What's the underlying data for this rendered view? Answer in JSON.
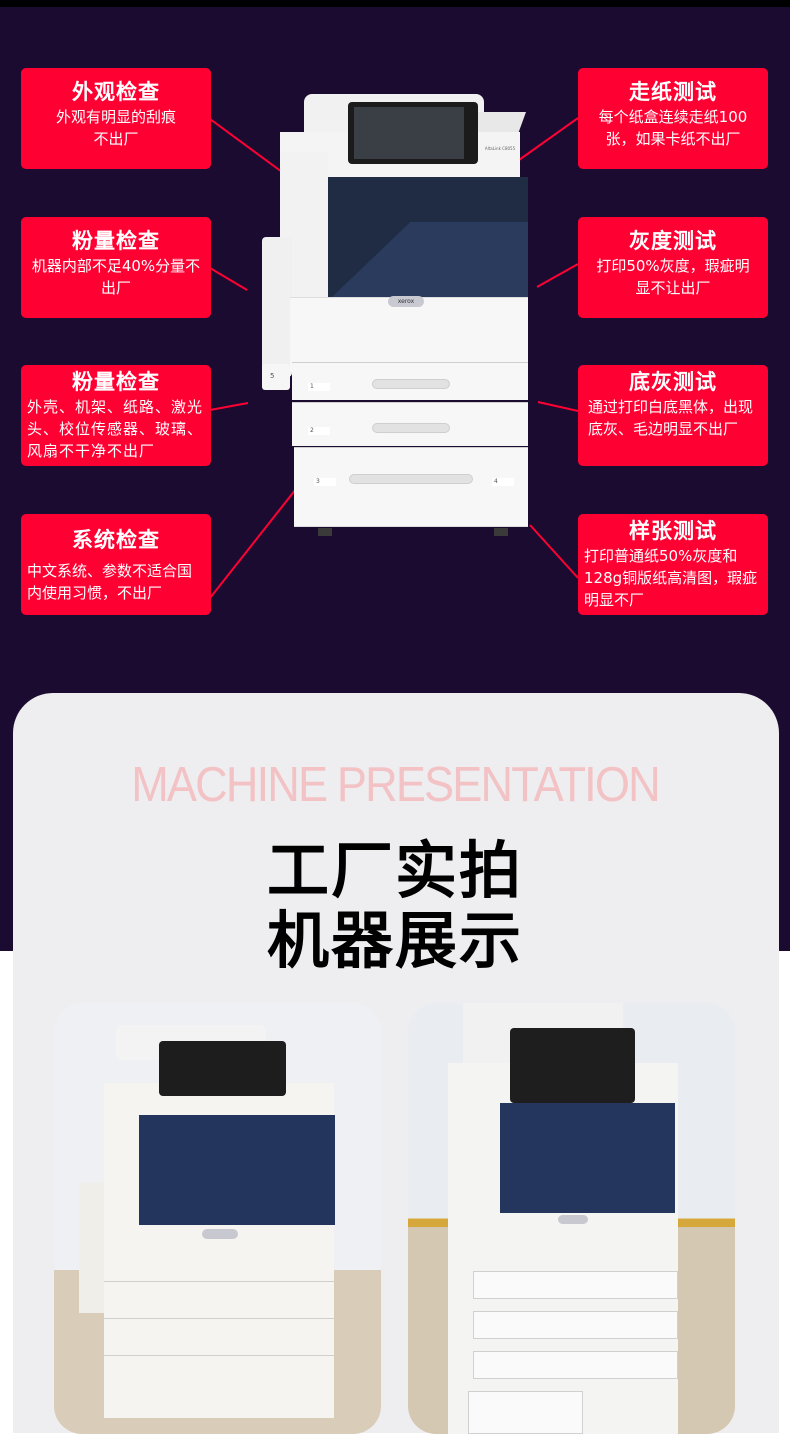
{
  "colors": {
    "hero_bg": "#1c0b31",
    "callout_bg": "#ff0033",
    "card_bg": "#eeeef0",
    "pres_en_color": "#f2c2c5"
  },
  "callouts": {
    "left": [
      {
        "title": "外观检查",
        "desc": "外观有明显的刮痕不出厂"
      },
      {
        "title": "粉量检查",
        "desc": "机器内部不足40%分量不出厂"
      },
      {
        "title": "粉量检查",
        "desc": "外壳、机架、纸路、激光头、校位传感器、玻璃、风扇不干净不出厂"
      },
      {
        "title": "系统检查",
        "desc": "中文系统、参数不适合国内使用习惯，不出厂"
      }
    ],
    "right": [
      {
        "title": "走纸测试",
        "desc": "每个纸盒连续走纸100张，如果卡纸不出厂"
      },
      {
        "title": "灰度测试",
        "desc": "打印50%灰度，瑕疵明显不让出厂"
      },
      {
        "title": "底灰测试",
        "desc": "通过打印白底黑体，出现底灰、毛边明显不出厂"
      },
      {
        "title": "样张测试",
        "desc": "打印普通纸50%灰度和128g铜版纸高清图，瑕疵明显不厂"
      }
    ]
  },
  "machine": {
    "brand": "xerox",
    "model_label": "AltaLink C8055",
    "tray_labels": [
      "1",
      "2",
      "3",
      "4",
      "5"
    ]
  },
  "presentation": {
    "subtitle_en": "MACHINE PRESENTATION",
    "title_line1": "工厂实拍",
    "title_line2": "机器展示"
  },
  "photos": [
    {
      "alt": "machine-front-closed"
    },
    {
      "alt": "machine-front-trays-open"
    }
  ]
}
